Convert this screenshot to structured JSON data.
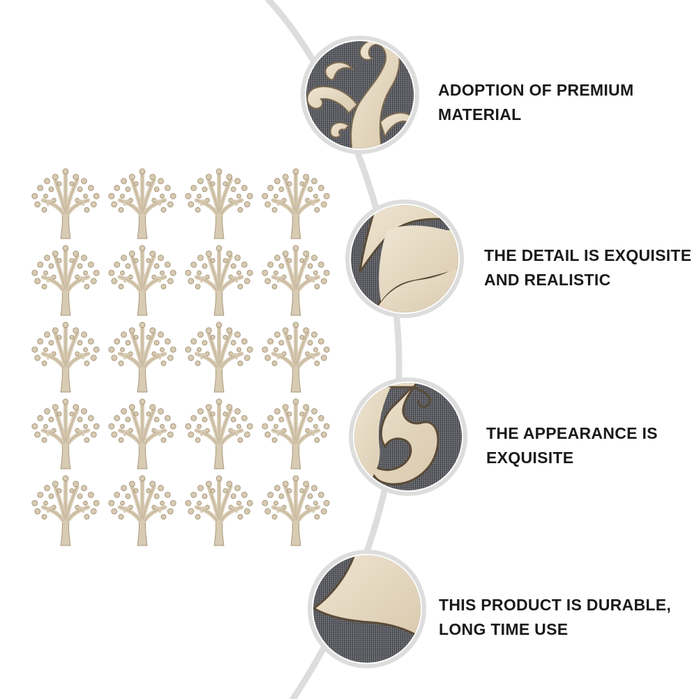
{
  "features": [
    {
      "lines": [
        "ADOPTION OF PREMIUM",
        "MATERIAL"
      ],
      "icon": "tree-branch-swirl-closeup"
    },
    {
      "lines": [
        "THE DETAIL IS EXQUISITE",
        "AND REALISTIC"
      ],
      "icon": "wood-edge-closeup"
    },
    {
      "lines": [
        "THE APPEARANCE IS",
        "EXQUISITE"
      ],
      "icon": "wood-curl-closeup"
    },
    {
      "lines": [
        "THIS PRODUCT IS DURABLE,",
        "LONG TIME USE"
      ],
      "icon": "wood-trunk-closeup"
    }
  ],
  "product_grid": {
    "rows": 5,
    "columns": 4,
    "item": "wooden-tree-cutout"
  },
  "colors": {
    "wood": "#d8cbb3",
    "wood_dark": "#a8987c",
    "linen_background": "#5c5d62",
    "connector_line": "#dddddd",
    "text": "#1a1a1a"
  }
}
